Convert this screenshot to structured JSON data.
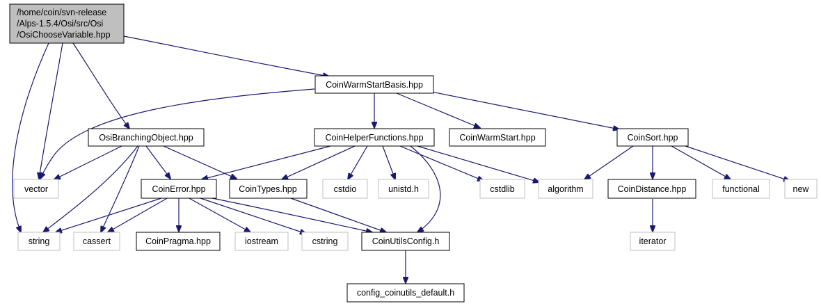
{
  "graph": {
    "root": {
      "lines": [
        "/home/coin/svn-release",
        "/Alps-1.5.4/Osi/src/Osi",
        "/OsiChooseVariable.hpp"
      ]
    },
    "nodes": {
      "warmstartbasis": "CoinWarmStartBasis.hpp",
      "branching": "OsiBranchingObject.hpp",
      "helper": "CoinHelperFunctions.hpp",
      "warmstart": "CoinWarmStart.hpp",
      "sort": "CoinSort.hpp",
      "vector": "vector",
      "error": "CoinError.hpp",
      "types": "CoinTypes.hpp",
      "cstdio": "cstdio",
      "unistd": "unistd.h",
      "cstdlib": "cstdlib",
      "algorithm": "algorithm",
      "distance": "CoinDistance.hpp",
      "functional": "functional",
      "new": "new",
      "string": "string",
      "cassert": "cassert",
      "pragma": "CoinPragma.hpp",
      "iostream": "iostream",
      "cstring": "cstring",
      "utilsconfig": "CoinUtilsConfig.h",
      "iterator": "iterator",
      "configdefault": "config_coinutils_default.h"
    },
    "colors": {
      "edge": "#191970",
      "root_fill": "#bfbfbf",
      "documented_border": "#000000",
      "undocumented_border": "#bfbfbf",
      "node_fill": "#ffffff"
    }
  }
}
